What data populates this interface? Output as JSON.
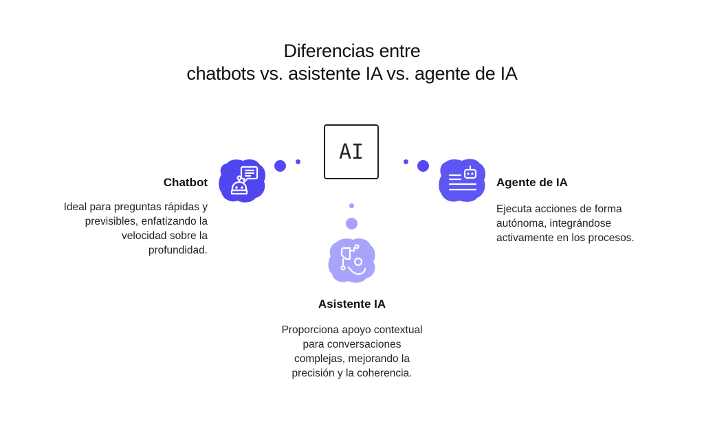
{
  "title": {
    "line1": "Diferencias entre",
    "line2": "chatbots vs. asistente IA vs. agente de IA"
  },
  "center_node": {
    "label": "AI",
    "icon": "ai-chip-box-icon"
  },
  "colors": {
    "chatbot": "#5046f0",
    "agente": "#5e56f3",
    "asistente": "#a9a4fb",
    "dot_dark": "#5548f2",
    "dot_light": "#a6a1fb"
  },
  "nodes": [
    {
      "id": "chatbot",
      "heading": "Chatbot",
      "icon": "robot-chat-bubble-icon",
      "description_lines": [
        "Ideal para preguntas rápidas y",
        "previsibles, enfatizando la",
        "velocidad sobre la",
        "profundidad."
      ]
    },
    {
      "id": "asistente",
      "heading": "Asistente IA",
      "icon": "assistant-network-person-icon",
      "description_lines": [
        "Proporciona apoyo contextual",
        "para conversaciones",
        "complejas, mejorando la",
        "precisión y la coherencia."
      ]
    },
    {
      "id": "agente",
      "heading": "Agente de IA",
      "icon": "robot-task-list-icon",
      "description_lines": [
        "Ejecuta acciones de forma",
        "autónoma, integrándose",
        "activamente en los procesos."
      ]
    }
  ]
}
